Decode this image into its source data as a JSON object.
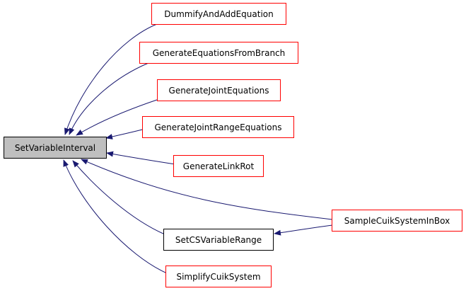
{
  "diagram": {
    "colors": {
      "edge": "#191970",
      "node_border_red": "#ff0000",
      "node_border_black": "#000000",
      "node_fill_root": "#bfbfbf",
      "node_fill": "#ffffff",
      "text": "#000000"
    },
    "nodes": [
      {
        "id": "set-variable-interval",
        "label": "SetVariableInterval",
        "root": true
      },
      {
        "id": "dummify-and-add-equation",
        "label": "DummifyAndAddEquation"
      },
      {
        "id": "generate-equations-from-branch",
        "label": "GenerateEquationsFromBranch"
      },
      {
        "id": "generate-joint-equations",
        "label": "GenerateJointEquations"
      },
      {
        "id": "generate-joint-range-equations",
        "label": "GenerateJointRangeEquations"
      },
      {
        "id": "generate-link-rot",
        "label": "GenerateLinkRot"
      },
      {
        "id": "sample-cuik-system-in-box",
        "label": "SampleCuikSystemInBox"
      },
      {
        "id": "set-cs-variable-range",
        "label": "SetCSVariableRange"
      },
      {
        "id": "simplify-cuik-system",
        "label": "SimplifyCuikSystem"
      }
    ],
    "edges": [
      {
        "from": "dummify-and-add-equation",
        "to": "set-variable-interval"
      },
      {
        "from": "generate-equations-from-branch",
        "to": "set-variable-interval"
      },
      {
        "from": "generate-joint-equations",
        "to": "set-variable-interval"
      },
      {
        "from": "generate-joint-range-equations",
        "to": "set-variable-interval"
      },
      {
        "from": "generate-link-rot",
        "to": "set-variable-interval"
      },
      {
        "from": "sample-cuik-system-in-box",
        "to": "set-variable-interval"
      },
      {
        "from": "set-cs-variable-range",
        "to": "set-variable-interval"
      },
      {
        "from": "simplify-cuik-system",
        "to": "set-variable-interval"
      },
      {
        "from": "sample-cuik-system-in-box",
        "to": "set-cs-variable-range"
      }
    ]
  }
}
